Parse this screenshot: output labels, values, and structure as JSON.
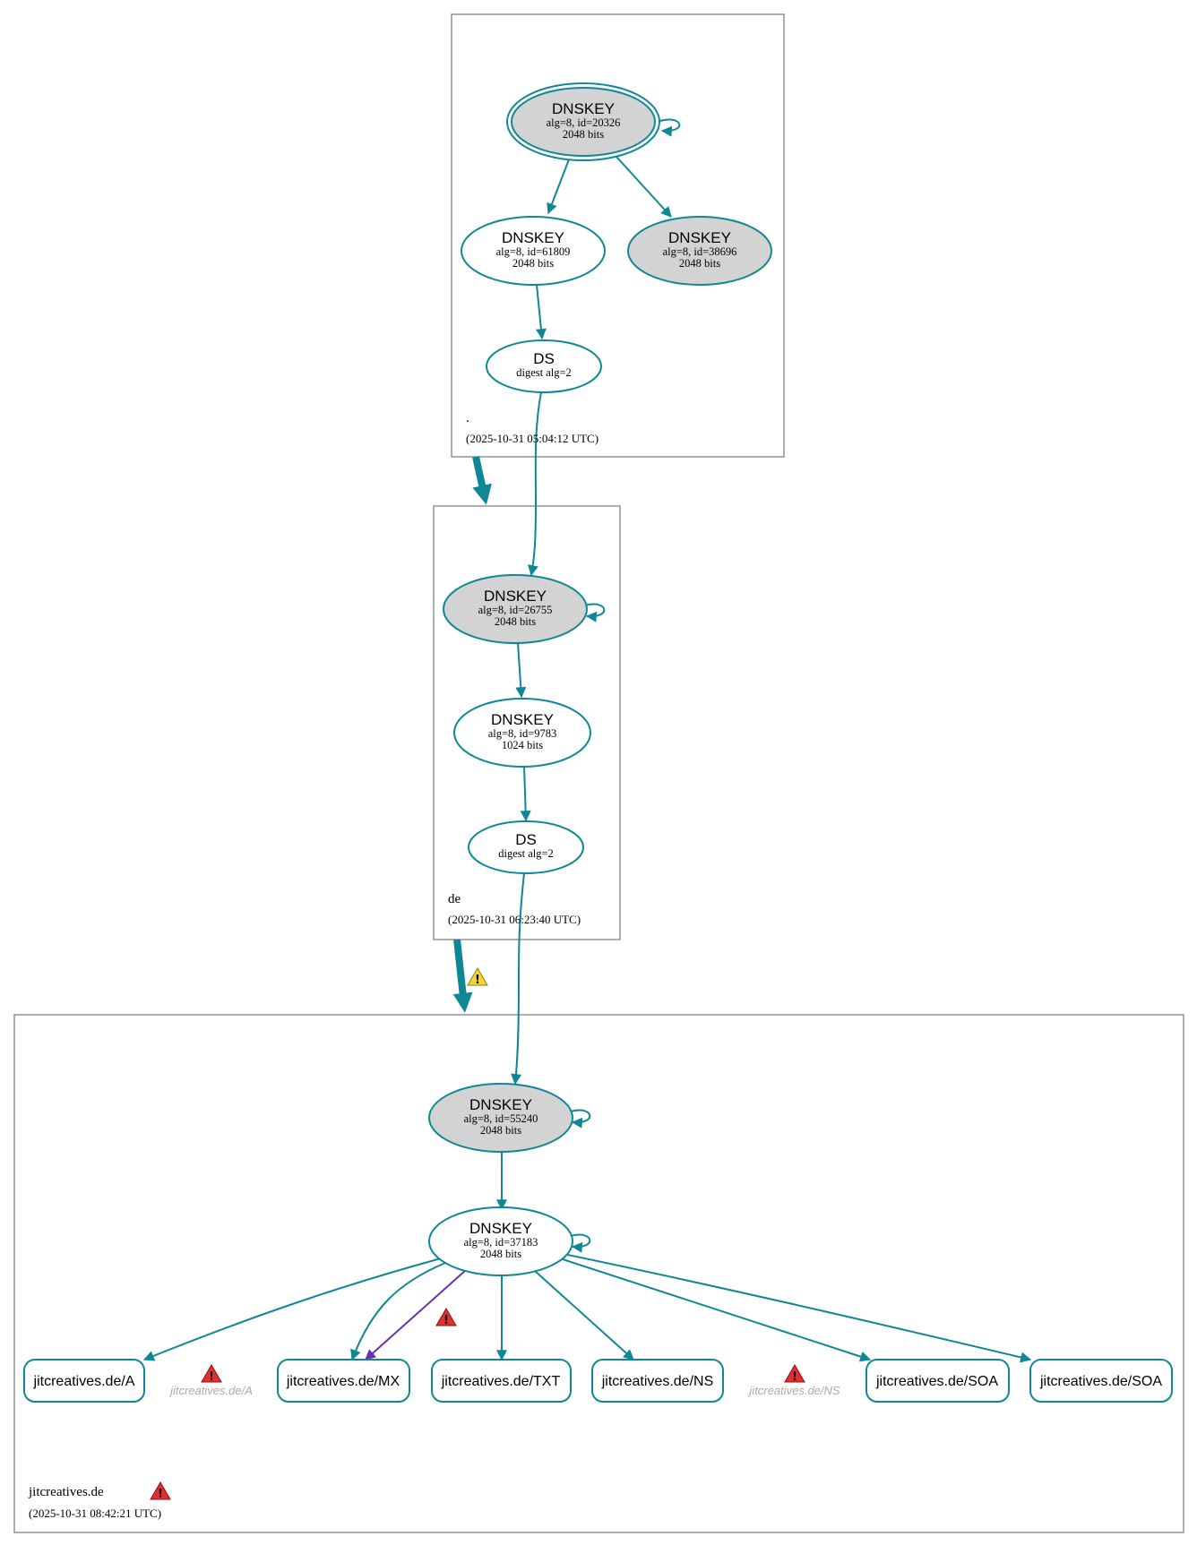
{
  "colors": {
    "edge": "#0f8895",
    "edge_warning": "#6a2fb0",
    "ksk_fill": "#d3d3d3",
    "zsk_fill": "#ffffff",
    "ghost_text": "#aaaaaa"
  },
  "zones": {
    "root": {
      "name": ".",
      "timestamp": "(2025-10-31 05:04:12 UTC)"
    },
    "de": {
      "name": "de",
      "timestamp": "(2025-10-31 06:23:40 UTC)"
    },
    "jitcreatives": {
      "name": "jitcreatives.de",
      "timestamp": "(2025-10-31 08:42:21 UTC)"
    }
  },
  "nodes": {
    "root_ksk": {
      "type": "DNSKEY",
      "detail": "alg=8, id=20326",
      "bits": "2048 bits"
    },
    "root_zsk1": {
      "type": "DNSKEY",
      "detail": "alg=8, id=61809",
      "bits": "2048 bits"
    },
    "root_zsk2": {
      "type": "DNSKEY",
      "detail": "alg=8, id=38696",
      "bits": "2048 bits"
    },
    "root_ds": {
      "type": "DS",
      "detail": "digest alg=2"
    },
    "de_ksk": {
      "type": "DNSKEY",
      "detail": "alg=8, id=26755",
      "bits": "2048 bits"
    },
    "de_zsk": {
      "type": "DNSKEY",
      "detail": "alg=8, id=9783",
      "bits": "1024 bits"
    },
    "de_ds": {
      "type": "DS",
      "detail": "digest alg=2"
    },
    "jit_ksk": {
      "type": "DNSKEY",
      "detail": "alg=8, id=55240",
      "bits": "2048 bits"
    },
    "jit_zsk": {
      "type": "DNSKEY",
      "detail": "alg=8, id=37183",
      "bits": "2048 bits"
    }
  },
  "records": [
    "jitcreatives.de/A",
    "jitcreatives.de/MX",
    "jitcreatives.de/TXT",
    "jitcreatives.de/NS",
    "jitcreatives.de/SOA",
    "jitcreatives.de/SOA"
  ],
  "ghost_records": [
    "jitcreatives.de/A",
    "jitcreatives.de/NS"
  ],
  "warning_icons": {
    "glyph": "!",
    "delegation_de_to_jit": "warning",
    "mx_signature": "error",
    "ghost_a": "error",
    "ghost_ns": "error",
    "zone_jitcreatives": "error"
  }
}
